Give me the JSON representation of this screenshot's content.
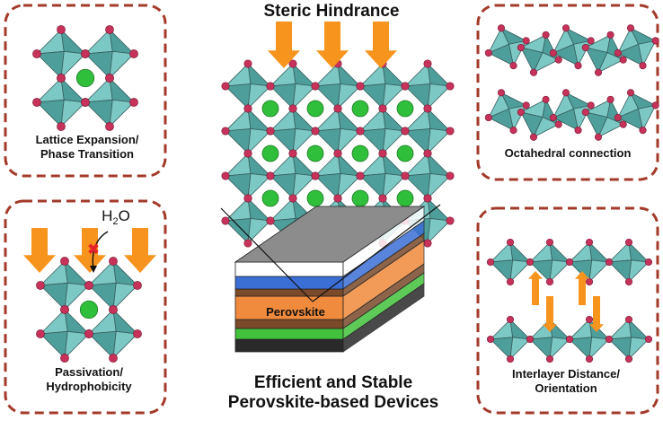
{
  "title": "Steric Hindrance",
  "bottom_title": [
    "Efficient and Stable",
    "Perovskite-based Devices"
  ],
  "panels": {
    "lattice": [
      "Lattice Expansion/",
      "Phase Transition"
    ],
    "octahedral": "Octahedral connection",
    "passivation": [
      "Passivation/",
      "Hydrophobicity"
    ],
    "interlayer": [
      "Interlayer Distance/",
      "Orientation"
    ]
  },
  "device": {
    "perovskite_label": "Perovskite"
  },
  "molecule": {
    "base": "H",
    "subscript": "2",
    "rest": "O"
  },
  "colors": {
    "octahedron_face": "#7cc8c4",
    "octahedron_dark": "#4e9e9b",
    "octahedron_edge": "#355f5e",
    "anion": "#c6325a",
    "cation": "#2fbf3a",
    "arrow": "#f7941d",
    "frame": "#a33a2a",
    "layer_top": "#8c8c8c",
    "layer_white": "#ffffff",
    "layer_blue": "#3b6fd6",
    "layer_brown": "#7a4a2a",
    "layer_orange": "#f08a3c",
    "layer_green": "#42c23c",
    "layer_black": "#2a2a2a",
    "cross": "#e8242a"
  }
}
